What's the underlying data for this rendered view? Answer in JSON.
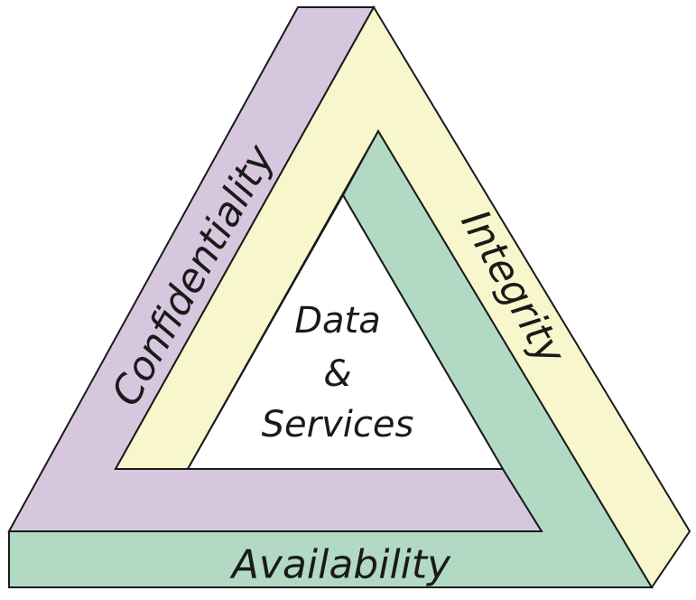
{
  "diagram": {
    "center": {
      "line1": "Data",
      "line2": "&",
      "line3": "Services"
    },
    "bands": {
      "confidentiality": {
        "label": "Confidentiality",
        "color": "#d6c7de"
      },
      "integrity": {
        "label": "Integrity",
        "color": "#f7f6cc"
      },
      "availability": {
        "label": "Availability",
        "color": "#b2d9c4"
      }
    },
    "outline_color": "#1a1a1a",
    "background_color": "#ffffff"
  }
}
